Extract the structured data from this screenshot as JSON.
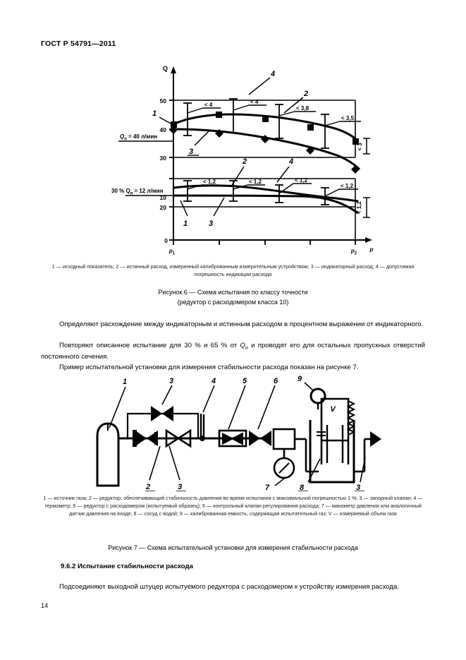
{
  "header": {
    "standard": "ГОСТ Р 54791—2011"
  },
  "figure6": {
    "y_axis_label": "Q",
    "x_axis_label": "p",
    "y_ticks": [
      "50",
      "40",
      "30",
      "20",
      "10",
      "0"
    ],
    "x_ticks": [
      "p₁",
      "p₂"
    ],
    "x_tick_left": "p",
    "x_tick_left_sub": "1",
    "x_tick_right": "p",
    "x_tick_right_sub": "2",
    "nominal_label": "Q",
    "nominal_label_sub": "п",
    "nominal_label_rest": " = 40 л/мин",
    "partial_label": "30 % Q",
    "partial_label_sub": "п",
    "partial_label_rest": " = 12 л/мин",
    "curve_numbers": [
      "1",
      "2",
      "3",
      "4"
    ],
    "upper_tolerances": [
      "< 4",
      "< 4",
      "< 3,8",
      "< 3,5"
    ],
    "lower_tolerances": [
      "< 1,2",
      "< 1,2",
      "< 1,2",
      "< 1,2"
    ],
    "right_tolerance_upper": "< 3",
    "right_tolerance_lower": "< 1,2",
    "legend": "1 — исходный показатель; 2 — истинный расход, измеренный калиброванным измерительным устройством; 3 — индикаторный расход; 4 — допустимая погрешность индикации расхода",
    "caption_line1": "Рисунок 6 — Схема испытания по классу точности",
    "caption_line2": "(редуктор с расходомером класса 10)"
  },
  "chart_data": {
    "type": "line",
    "title": "Схема испытания по классу точности (редуктор с расходомером класса 10)",
    "xlabel": "p",
    "ylabel": "Q",
    "ylim": [
      0,
      52
    ],
    "yticks": [
      0,
      10,
      20,
      30,
      40,
      50
    ],
    "xlim": [
      0,
      5
    ],
    "xticks": [
      "p₁",
      "",
      "",
      "",
      "p₂"
    ],
    "grid": true,
    "annotations": [
      "Qп = 40 л/мин",
      "30 % Qп = 12 л/мин",
      "< 4",
      "< 4",
      "< 3,8",
      "< 3,5",
      "< 1,2",
      "< 1,2",
      "< 1,2",
      "< 1,2",
      "< 3",
      "< 1,2"
    ],
    "series": [
      {
        "name": "2 — истинный расход (верхняя группа)",
        "x": [
          0,
          1,
          2,
          3,
          4
        ],
        "values": [
          44,
          45,
          45,
          43.5,
          41
        ]
      },
      {
        "name": "3 — индикаторный расход (верхняя группа)",
        "x": [
          0,
          1,
          2,
          3,
          4
        ],
        "values": [
          40,
          40,
          39,
          37,
          33
        ]
      },
      {
        "name": "2 — истинный расход (нижняя группа)",
        "x": [
          0,
          1,
          2,
          3,
          4
        ],
        "values": [
          13.5,
          13.5,
          13,
          12,
          11.5
        ]
      },
      {
        "name": "3 — индикаторный расход (нижняя группа)",
        "x": [
          0,
          1,
          2,
          3,
          4
        ],
        "values": [
          12,
          12,
          12,
          12,
          9
        ]
      }
    ]
  },
  "paragraphs": {
    "p1": "Определяют расхождение между индикаторным и истинным расходом в процентном выражении от индикаторного.",
    "p2_before": "Повторяют описанное испытание для 30 % и 65 % от ",
    "p2_italic": "Q",
    "p2_sub": "n",
    "p2_after": " и проводят его для остальных пропускных отверстий постоянного сечения.",
    "p3": "Пример испытательной установки для измерения стабильности расхода показан на рисунке 7."
  },
  "figure7": {
    "item_numbers": [
      "1",
      "3",
      "4",
      "5",
      "6",
      "9",
      "2",
      "3",
      "7",
      "8",
      "3"
    ],
    "volume_label": "V",
    "legend": "1 — источник газа; 2 — редуктор, обеспечивающий стабильность давления во время испытания с максимальной погрешностью 1 %; 3 — запорный клапан; 4 — термометр; 5 — редуктор с расходомером (испытуемый образец); 6 — контрольный клапан регулирования расхода; 7 — манометр давления или аналогичный датчик давления на входе; 8 — сосуд с водой; 9 — калиброванная емкость, содержащая испытательный газ; V — измеряемый объем газа",
    "caption": "Рисунок 7 — Схема испытательной установки для измерения стабильности расхода"
  },
  "section": {
    "heading": "9.6.2 Испытание стабильности расхода",
    "body": "Подсоединяют выходной штуцер испытуемого редуктора с расходомером к устройству измерения расхода."
  },
  "page_number": "14"
}
